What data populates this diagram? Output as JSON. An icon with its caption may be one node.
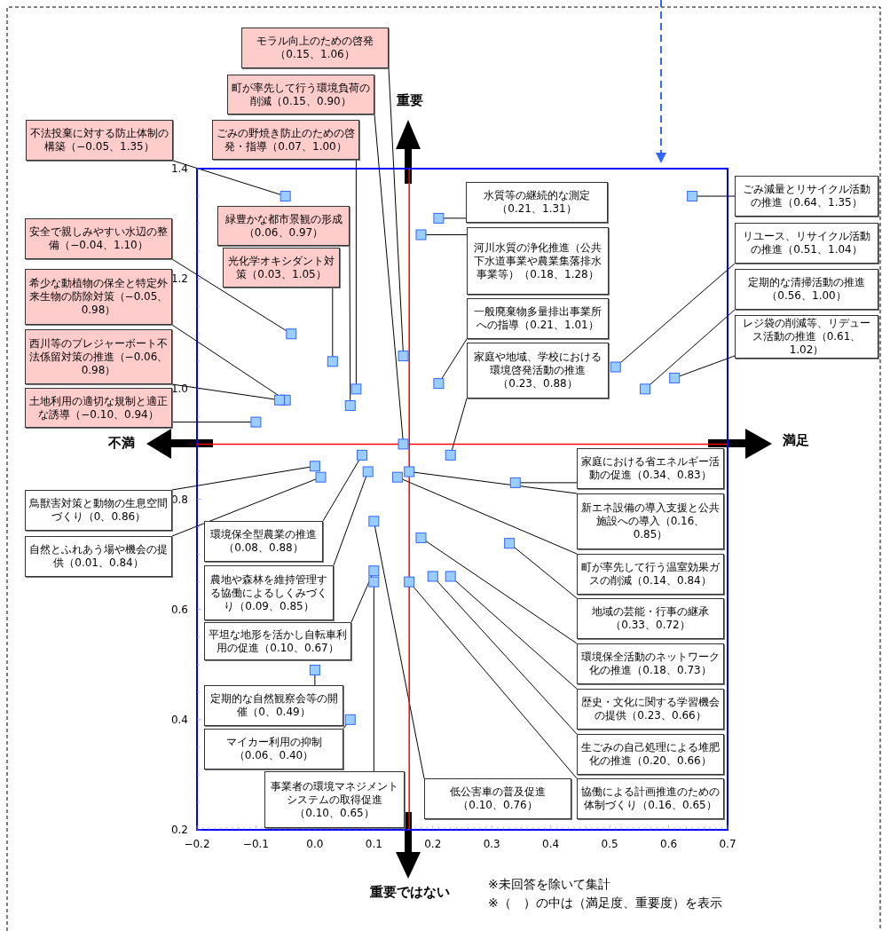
{
  "diagram": {
    "nodes": [
      {
        "text": [
          "モラル向上のための啓発（0.15、1.06）"
        ]
      },
      {
        "text": [
          "町が率先して行う環境負荷の削減（0.15、0.90）"
        ]
      },
      {
        "text": [
          "ごみの野焼き防止のための啓発・指導（0.07、1.00）"
        ]
      },
      {
        "text": [
          "不法投棄に対する防止体制の構築（−0.05、1.35）"
        ]
      },
      {
        "text": [
          "緑豊かな都市景観の形成（0.06、0.97）"
        ]
      },
      {
        "text": [
          "光化学オキシダント対策（0.03、1.05）"
        ]
      },
      {
        "text": [
          "安全で親しみやすい水辺の整備（−0.04、1.10）"
        ]
      },
      {
        "text": [
          "希少な動植物の保全と特定外来生物の防除対策（−0.05、0.98）"
        ]
      },
      {
        "text": [
          "西川等のプレジャーボート不法係留対策の推進（−0.06、0.98）"
        ]
      },
      {
        "text": [
          "土地利用の適切な規制と適正な誘導（−0.10、0.94）"
        ]
      },
      {
        "text": [
          "水質等の継続的な測定（0.21、1.31）"
        ]
      },
      {
        "text": [
          "河川水質の浄化推進（公共下水道事業や農業集落排水事業等）（0.18、1.28）"
        ]
      },
      {
        "text": [
          "一般廃棄物多量排出事業所への指導（0.21、1.01）"
        ]
      },
      {
        "text": [
          "家庭や地域、学校における環境啓発活動の推進（0.23、0.88）"
        ]
      },
      {
        "text": [
          "ごみ減量とリサイクル活動の推進（0.64、1.35）"
        ]
      },
      {
        "text": [
          "リユース、リサイクル活動の推進（0.51、1.04）"
        ]
      },
      {
        "text": [
          "定期的な清掃活動の推進（0.56、1.00）"
        ]
      },
      {
        "text": [
          "レジ袋の削減等、リデュース活動の推進（0.61、1.02）"
        ]
      },
      {
        "text": [
          "家庭における省エネルギー活動の促進（0.34、0.83）"
        ]
      },
      {
        "text": [
          "新エネ設備の導入支援と公共施設への導入（0.16、0.85）"
        ]
      },
      {
        "text": [
          "町が率先して行う温室効果ガスの削減（0.14、0.84）"
        ]
      },
      {
        "text": [
          "地域の芸能・行事の継承（0.33、0.72）"
        ]
      },
      {
        "text": [
          "環境保全活動のネットワーク化の推進（0.18、0.73）"
        ]
      },
      {
        "text": [
          "歴史・文化に関する学習機会の提供（0.23、0.66）"
        ]
      },
      {
        "text": [
          "生ごみの自己処理による堆肥化の推進（0.20、0.66）"
        ]
      },
      {
        "text": [
          "協働による計画推進のための体制づくり（0.16、0.65）"
        ]
      },
      {
        "text": [
          "低公害車の普及促進（0.10、0.76）"
        ]
      },
      {
        "text": [
          "鳥獣害対策と動物の生息空間づくり（0、0.86）"
        ]
      },
      {
        "text": [
          "自然とふれあう場や機会の提供（0.01、0.84）"
        ]
      },
      {
        "text": [
          "環境保全型農業の推進（0.08、0.88）"
        ]
      },
      {
        "text": [
          "農地や森林を維持管理する協働によるしくみづくり（0.09、0.85）"
        ]
      },
      {
        "text": [
          "平坦な地形を活かし自転車利用の促進（0.10、0.67）"
        ]
      },
      {
        "text": [
          "定期的な自然観察会等の開催（0、0.49）"
        ]
      },
      {
        "text": [
          "マイカー利用の抑制（0.06、0.40）"
        ]
      },
      {
        "text": [
          "事業者の環境マネジメントシステムの取得促進（0.10、0.65）"
        ]
      },
      {
        "text": [],
        "shape": "box"
      },
      {
        "text": [],
        "shape": "box"
      },
      {
        "text": [],
        "shape": "box"
      },
      {
        "text": [],
        "shape": "box"
      },
      {
        "text": [],
        "shape": "box"
      },
      {
        "text": [],
        "shape": "box"
      },
      {
        "text": [],
        "shape": "box"
      },
      {
        "text": [],
        "shape": "box"
      },
      {
        "text": [],
        "shape": "box"
      },
      {
        "text": [],
        "shape": "box"
      },
      {
        "text": [],
        "shape": "box"
      },
      {
        "text": [],
        "shape": "box"
      },
      {
        "text": [],
        "shape": "box"
      },
      {
        "text": [],
        "shape": "box"
      },
      {
        "text": [],
        "shape": "box"
      },
      {
        "text": [],
        "shape": "box"
      },
      {
        "text": [],
        "shape": "box"
      },
      {
        "text": [],
        "shape": "box"
      },
      {
        "text": [],
        "shape": "box"
      },
      {
        "text": [],
        "shape": "box"
      },
      {
        "text": [],
        "shape": "box"
      },
      {
        "text": [],
        "shape": "box"
      },
      {
        "text": [],
        "shape": "box"
      },
      {
        "text": [],
        "shape": "box"
      },
      {
        "text": [],
        "shape": "box"
      },
      {
        "text": [],
        "shape": "box"
      },
      {
        "text": [],
        "shape": "box"
      },
      {
        "text": [],
        "shape": "box"
      },
      {
        "text": [],
        "shape": "box"
      },
      {
        "text": [],
        "shape": "box"
      },
      {
        "text": [],
        "shape": "box"
      },
      {
        "text": [],
        "shape": "box"
      },
      {
        "text": [],
        "shape": "box"
      },
      {
        "text": [],
        "shape": "box"
      },
      {
        "text": [],
        "shape": "box"
      }
    ],
    "edges": [
      {
        "from": 0,
        "to": 35,
        "arrow": "none"
      },
      {
        "from": 1,
        "to": 36,
        "arrow": "none"
      },
      {
        "from": 2,
        "to": 37,
        "arrow": "none"
      },
      {
        "from": 3,
        "to": 38,
        "arrow": "none"
      },
      {
        "from": 4,
        "to": 39,
        "arrow": "none"
      },
      {
        "from": 5,
        "to": 40,
        "arrow": "none"
      },
      {
        "from": 6,
        "to": 41,
        "arrow": "none"
      },
      {
        "from": 7,
        "to": 42,
        "arrow": "none"
      },
      {
        "from": 8,
        "to": 43,
        "arrow": "none"
      },
      {
        "from": 9,
        "to": 44,
        "arrow": "none"
      },
      {
        "from": 10,
        "to": 45,
        "arrow": "none"
      },
      {
        "from": 11,
        "to": 46,
        "arrow": "none"
      },
      {
        "from": 12,
        "to": 47,
        "arrow": "none"
      },
      {
        "from": 13,
        "to": 48,
        "arrow": "none"
      },
      {
        "from": 14,
        "to": 49,
        "arrow": "none"
      },
      {
        "from": 15,
        "to": 50,
        "arrow": "none"
      },
      {
        "from": 16,
        "to": 51,
        "arrow": "none"
      },
      {
        "from": 17,
        "to": 52,
        "arrow": "none"
      },
      {
        "from": 18,
        "to": 53,
        "arrow": "none"
      },
      {
        "from": 19,
        "to": 54,
        "arrow": "none"
      },
      {
        "from": 20,
        "to": 55,
        "arrow": "none"
      },
      {
        "from": 21,
        "to": 56,
        "arrow": "none"
      },
      {
        "from": 22,
        "to": 57,
        "arrow": "none"
      },
      {
        "from": 23,
        "to": 58,
        "arrow": "none"
      },
      {
        "from": 24,
        "to": 59,
        "arrow": "none"
      },
      {
        "from": 25,
        "to": 60,
        "arrow": "none"
      },
      {
        "from": 26,
        "to": 61,
        "arrow": "none"
      },
      {
        "from": 27,
        "to": 62,
        "arrow": "none"
      },
      {
        "from": 28,
        "to": 63,
        "arrow": "none"
      },
      {
        "from": 29,
        "to": 64,
        "arrow": "none"
      },
      {
        "from": 30,
        "to": 65,
        "arrow": "none"
      },
      {
        "from": 31,
        "to": 66,
        "arrow": "none"
      },
      {
        "from": 32,
        "to": 67,
        "arrow": "none"
      },
      {
        "from": 33,
        "to": 68,
        "arrow": "none"
      },
      {
        "from": 34,
        "to": 69,
        "arrow": "none"
      }
    ],
    "labels": [
      "重要",
      "不満",
      "満足",
      "重要ではない",
      "※未回答を除いて集計",
      "※（　）の中は（満足度、重要度）を表示"
    ],
    "chart_data": {
      "type": "scatter",
      "xlim": [
        -0.2,
        0.7
      ],
      "ylim": [
        0.2,
        1.4
      ],
      "x": [
        0.15,
        0.15,
        0.07,
        -0.05,
        0.06,
        0.03,
        -0.04,
        -0.05,
        -0.06,
        -0.1,
        0.21,
        0.18,
        0.21,
        0.23,
        0.64,
        0.51,
        0.56,
        0.61,
        0.34,
        0.16,
        0.14,
        0.33,
        0.18,
        0.23,
        0.2,
        0.16,
        0.1,
        0,
        0.01,
        0.08,
        0.09,
        0.1,
        0,
        0.06,
        0.1
      ],
      "xticks": [
        {
          "value": -0.2,
          "label": "−0.2"
        },
        {
          "value": -0.1,
          "label": "−0.1"
        },
        {
          "value": 0,
          "label": "0.0"
        },
        {
          "value": 0.1,
          "label": "0.1"
        },
        {
          "value": 0.2,
          "label": "0.2"
        },
        {
          "value": 0.3,
          "label": "0.3"
        },
        {
          "value": 0.4,
          "label": "0.4"
        },
        {
          "value": 0.5,
          "label": "0.5"
        },
        {
          "value": 0.6,
          "label": "0.6"
        },
        {
          "value": 0.7,
          "label": "0.7"
        }
      ],
      "yticks": [
        {
          "value": 0.2,
          "label": "0.2"
        },
        {
          "value": 0.4,
          "label": "0.4"
        },
        {
          "value": 0.6,
          "label": "0.6"
        },
        {
          "value": 0.8,
          "label": "0.8"
        },
        {
          "value": 1.0,
          "label": "1.0"
        },
        {
          "value": 1.2,
          "label": "1.2"
        },
        {
          "value": 1.4,
          "label": "1.4"
        }
      ],
      "series": [
        {
          "color": "#99ccff",
          "values": [
            1.06,
            0.9,
            1.0,
            1.35,
            0.97,
            1.05,
            1.1,
            0.98,
            0.98,
            0.94,
            1.31,
            1.28,
            1.01,
            0.88,
            1.35,
            1.04,
            1.0,
            1.02,
            0.83,
            0.85,
            0.84,
            0.72,
            0.73,
            0.66,
            0.66,
            0.65,
            0.76,
            0.86,
            0.84,
            0.88,
            0.85,
            0.67,
            0.49,
            0.4,
            0.65
          ]
        }
      ],
      "ref_lines": [
        {
          "axis": "x",
          "value": 0.16
        },
        {
          "axis": "y",
          "value": 0.9
        }
      ]
    }
  }
}
